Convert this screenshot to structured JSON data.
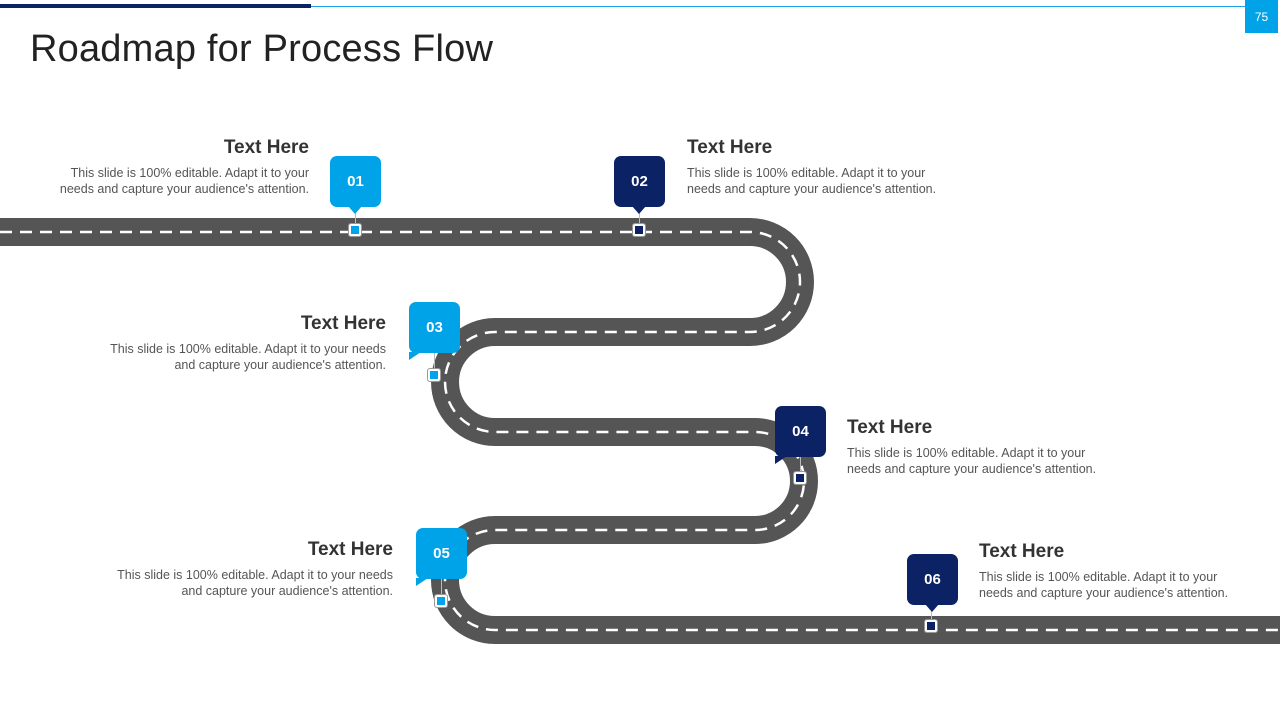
{
  "slide": {
    "title": "Roadmap for Process Flow",
    "page_number": "75"
  },
  "colors": {
    "light_blue": "#00a2e8",
    "dark_blue": "#0b2265",
    "road": "#555555",
    "road_dash": "#ffffff"
  },
  "steps": [
    {
      "number": "01",
      "title": "Text Here",
      "line1": "This slide is 100% editable. Adapt it to your",
      "line2": "needs and capture your audience's attention."
    },
    {
      "number": "02",
      "title": "Text Here",
      "line1": "This slide is 100% editable. Adapt it to your",
      "line2": "needs and capture your audience's attention."
    },
    {
      "number": "03",
      "title": "Text Here",
      "line1": "This slide is 100% editable. Adapt it to your needs",
      "line2": "and capture your audience's attention."
    },
    {
      "number": "04",
      "title": "Text Here",
      "line1": "This slide is 100% editable. Adapt it to your",
      "line2": "needs and capture your audience's attention."
    },
    {
      "number": "05",
      "title": "Text Here",
      "line1": "This slide is 100% editable. Adapt it to your needs",
      "line2": "and capture your audience's attention."
    },
    {
      "number": "06",
      "title": "Text Here",
      "line1": "This slide is 100% editable. Adapt it to your",
      "line2": "needs and capture your audience's attention."
    }
  ]
}
